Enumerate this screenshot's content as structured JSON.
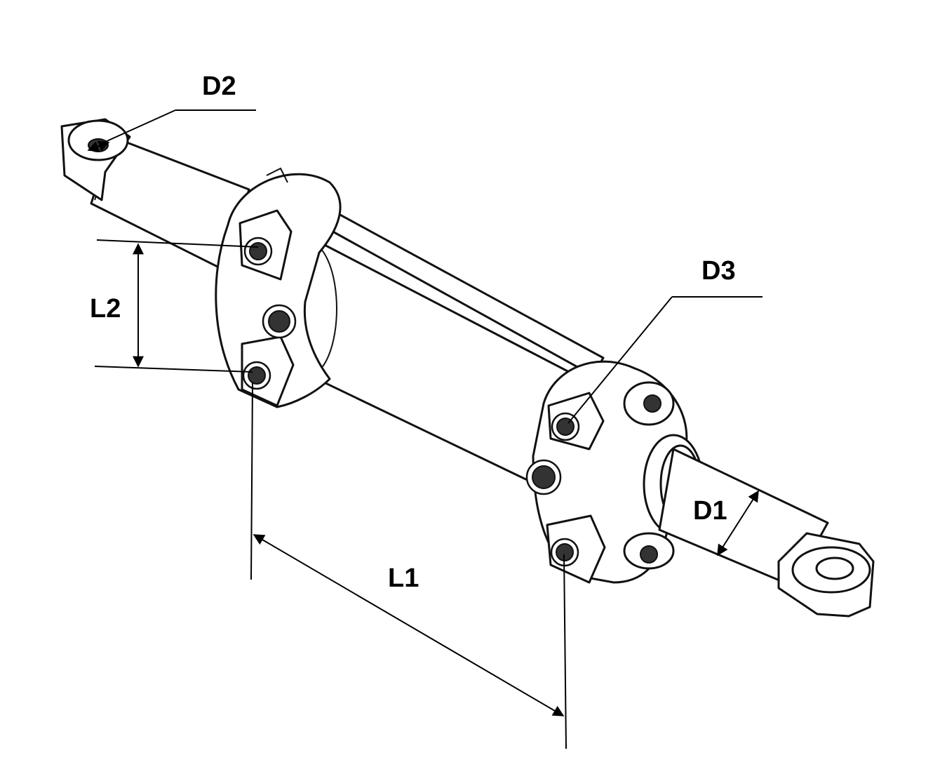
{
  "labels": {
    "d1": "D1",
    "d2": "D2",
    "d3": "D3",
    "l1": "L1",
    "l2": "L2"
  },
  "colors": {
    "line": "#000000",
    "background": "#ffffff"
  }
}
